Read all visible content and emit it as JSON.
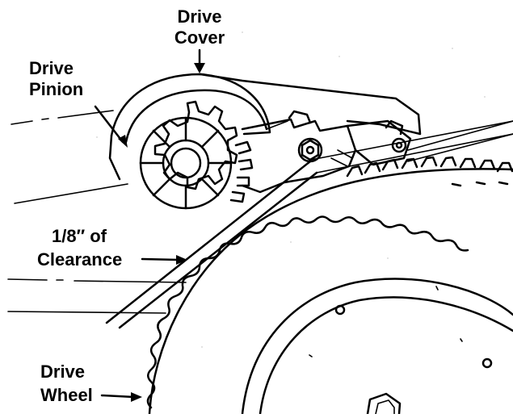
{
  "labels": {
    "drive_cover_line1": "Drive",
    "drive_cover_line2": "Cover",
    "drive_pinion_line1": "Drive",
    "drive_pinion_line2": "Pinion",
    "clearance_line1": "1/8″ of",
    "clearance_line2": "Clearance",
    "drive_wheel_line1": "Drive",
    "drive_wheel_line2": "Wheel"
  },
  "colors": {
    "ink": "#000000",
    "background": "#ffffff"
  }
}
